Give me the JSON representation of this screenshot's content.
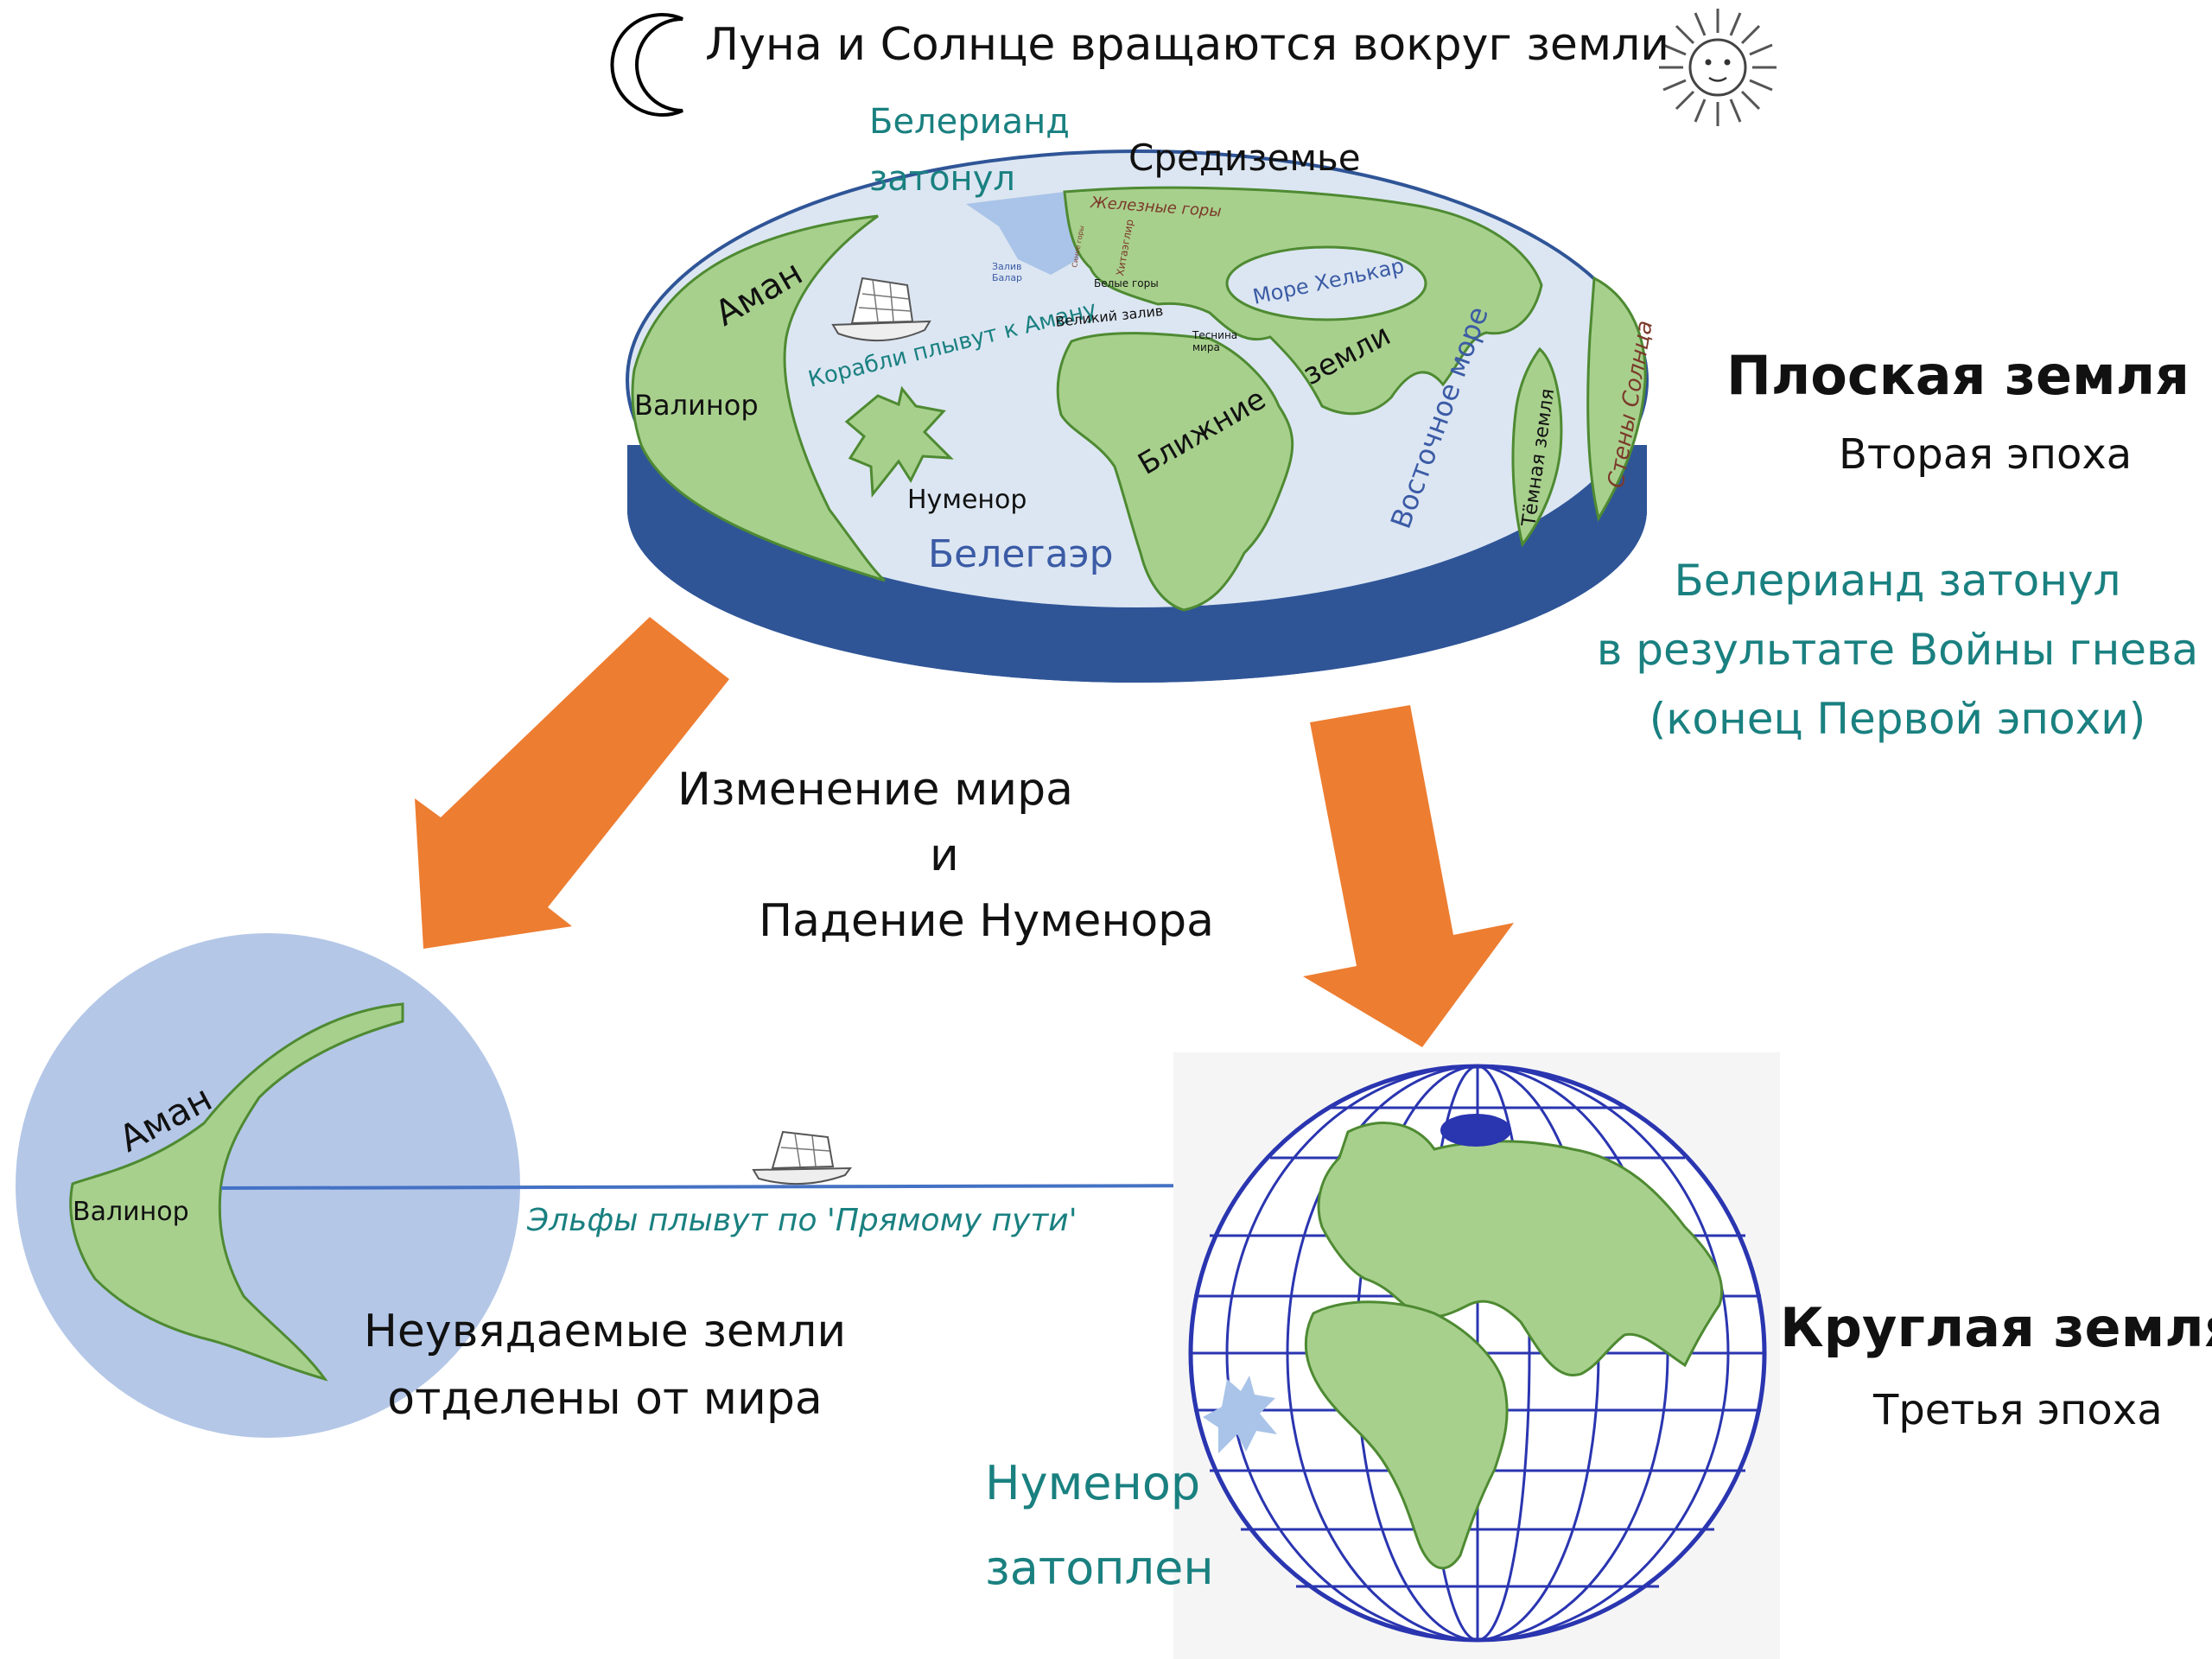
{
  "header": {
    "title": "Луна и Солнце вращаются вокруг земли",
    "moon_icon": "crescent-moon-icon",
    "sun_icon": "sun-face-icon"
  },
  "flat_world": {
    "heading": "Плоская земля",
    "era": "Вторая эпоха",
    "beleriand_sunk_label": "Белерианд\nзатонул",
    "note_lines": [
      "Белерианд затонул",
      "в результате Войны гнева",
      "(конец Первой эпохи)"
    ],
    "map_labels": {
      "middle_earth": "Средиземье",
      "aman": "Аман",
      "valinor": "Валинор",
      "ships": "Корабли плывут к Аману",
      "numenor": "Нуменор",
      "belegaer": "Белегаэр",
      "near_lands_1": "Ближние",
      "near_lands_2": "земли",
      "east_sea": "Восточное море",
      "dark_land": "Тёмная земля",
      "walls_of_sun": "Стены Солнца",
      "sea_helcar": "Море Хелькар",
      "iron_mountains": "Железные   горы",
      "great_gulf": "Великий залив",
      "straits": "Теснина\nмира",
      "white_mountains": "Белые горы",
      "bay_balar": "Залив\nБалар",
      "hithaeglir": "Хитаэглир",
      "blue_mountains": "Синие горы"
    }
  },
  "change": {
    "line1": "Изменение мира",
    "line2": "и",
    "line3": "Падение Нуменора"
  },
  "undying_lands": {
    "aman": "Аман",
    "valinor": "Валинор",
    "caption_line1": "Неувядаемые земли",
    "caption_line2": "отделены от мира",
    "straight_road": "Эльфы плывут по 'Прямому пути'"
  },
  "round_world": {
    "heading": "Круглая земля",
    "era": "Третья эпоха",
    "numenor_line1": "Нуменор",
    "numenor_line2": "затоплен"
  },
  "colors": {
    "land": "#a8d08d",
    "land_stroke": "#4e8a32",
    "sea": "#dce6f2",
    "disc_side": "#2f5597",
    "sunk_area": "#a9c4e8",
    "arrow": "#ed7d31",
    "undying_sphere": "#b4c7e7",
    "globe_grid": "#2a35b0",
    "teal_text": "#1a8080",
    "belegaer_text": "#3b5ba5"
  }
}
